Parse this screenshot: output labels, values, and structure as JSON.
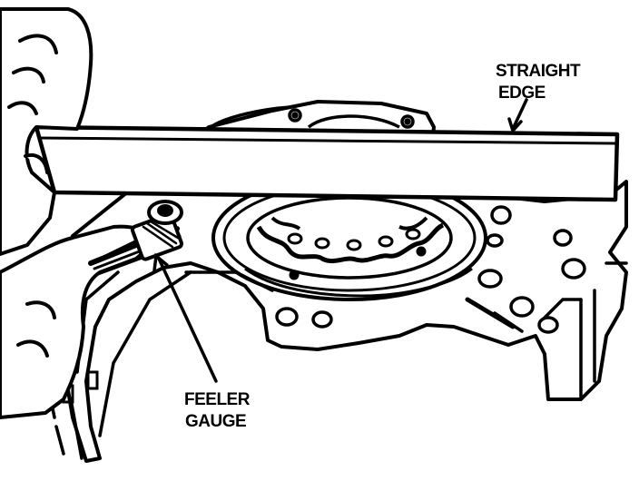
{
  "labels": {
    "straight_edge_line1": "STRAIGHT",
    "straight_edge_line2": "EDGE",
    "feeler_gauge_line1": "FEELER",
    "feeler_gauge_line2": "GAUGE"
  },
  "colors": {
    "ink": "#000000",
    "paper": "#ffffff"
  }
}
